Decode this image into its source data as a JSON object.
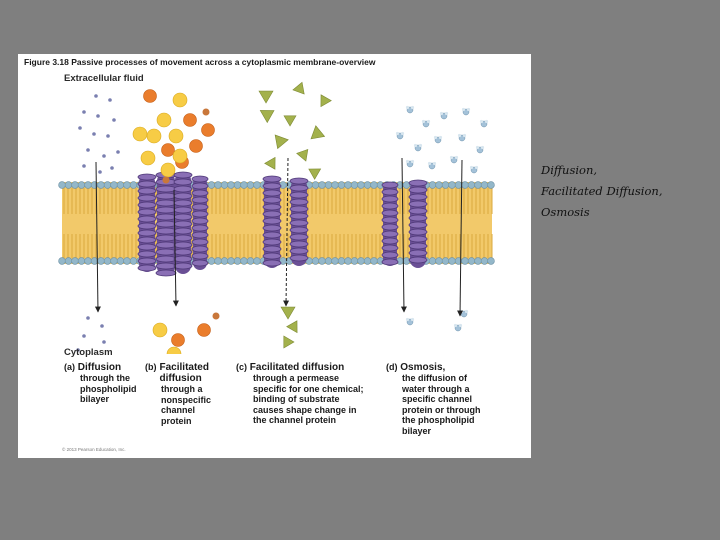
{
  "figure": {
    "title": "Figure 3.18  Passive processes of movement across a cytoplasmic membrane-overview",
    "extracellular_label": "Extracellular fluid",
    "cytoplasm_label": "Cytoplasm",
    "copyright": "© 2013 Pearson Education, Inc.",
    "panels": [
      {
        "letter": "(a)",
        "heading": "Diffusion",
        "description": "through the\nphospholipid\nbilayer"
      },
      {
        "letter": "(b)",
        "heading": "Facilitated\ndiffusion",
        "description": "through a\nnonspecific\nchannel\nprotein"
      },
      {
        "letter": "(c)",
        "heading": "Facilitated diffusion",
        "description": "through a permease\nspecific for one chemical;\nbinding of substrate\ncauses shape change in\nthe channel protein"
      },
      {
        "letter": "(d)",
        "heading": "Osmosis,",
        "description": "the diffusion of\nwater through a\nspecific channel\nprotein or through\nthe phospholipid\nbilayer"
      }
    ]
  },
  "side_text": [
    "Diffusion,",
    "Facilitated Diffusion,",
    "Osmosis"
  ],
  "colors": {
    "background": "#7f7f7f",
    "membrane_core": "#f2c96a",
    "phospholipid_head": "#93b7c9",
    "protein": "#8a6fb5",
    "orange_particle": "#ea7d2c",
    "yellow_particle": "#f7cc45",
    "green_particle": "#a3b14c",
    "water_particle": "#a4c2d9"
  },
  "icons": [
    "small-molecule-dot-icon",
    "orange-particle-icon",
    "yellow-particle-icon",
    "triangle-substrate-icon",
    "water-molecule-icon",
    "arrow-icon"
  ]
}
